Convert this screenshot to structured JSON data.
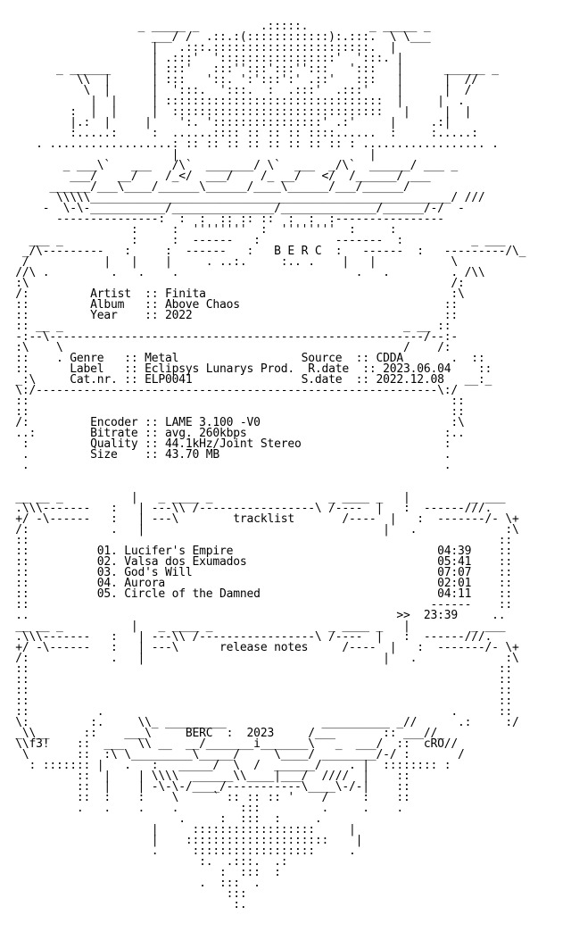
{
  "lines": [
    "                    _ _____ _         .:::::.         _ _____ _",
    "                      ___/ /  .::.:(::::::::::::):.:::.  \\ \\___",
    "                      |   .:::.:::::::::::::::::::::::.  |",
    "                      | .:::'  ':::::::::::::::::'  ':::. |",
    "        _ ______      | :::'   :::'':::':::'':::   ':::   |      ______ _",
    "           \\\\  |      | :::   '::. ':':::':' .::'   :::   |      |  //",
    "            \\  |      |  ':::.  ':::.  :  .:::'  .:::'    |      |  /",
    "             |  |     | ::::::::::::::::::::::::::::::::  |     |  .",
    "          :  |  |     |  :::::::::::::::::::::::::::::::   |     |  |",
    "          |.:  |     |    ':. '::::::::::::::::' .:'     |     .:|",
    "          :.....:     :  ......:::: :: :: :: ::::......  :     :.....:",
    "     . ..................: :: :: :: :: :: :: :: :: : .................. .",
    "                         |                            |",
    "         _ ___\\`   ___   /\\`  _______/ \\`  ___  _/\\`  ______/ ___ _",
    "          ___/   __/    /_</  ___/    /_ __/   </  /______/ ___",
    "       ______/___\\____/______\\______/____\\______/___/______/",
    "        \\\\\\\\\\_____________________________________________________/ ///",
    "      -  \\-\\-___________/_______________/______________/______/-/  -",
    "        ---------------:  :  :  :: :: ::  :  :  :----------------",
    "                   :     :  ''''''''  :  ''''''''  :     :",
    "    ___ _          :     :  ------   :           -------  :          _ ___",
    "   _/\\---------   :     :  ------   :   B E R C  :   ------  :   ---------/\\_",
    "   /           |   |    |     . ..:.     :.. .    |   |           \\",
    "  //\\ .         .   .    .                          .   .         . /\\\\",
    "  :\\                                                              /:",
    "  /:         Artist  :: Finita                                    :\\",
    "  ::         Album   :: Above Chaos                              ::",
    "  ::         Year    :: 2022                                     ::",
    "  :: __ _                                                  _ __ ::",
    "  -:--\\-------------------------------------------------------/--:-",
    "  :\\    \\                                                  /    /:",
    "  ::    . Genre   :: Metal                  Source  :: CDDA       .  ::",
    "  ::      Label   :: Eclipsys Lunarys Prod.  R.date  :: 2023.06.04    ::",
    "  _:\\     Cat.nr. :: ELP0041                S.date  :: 2022.12.08   __:_",
    "  \\:/-----------------------------------------------------------\\:/",
    "  ::                                                              ::",
    "  ::                                                              ::",
    "  /:         Encoder :: LAME 3.100 -V0                            :\\",
    "  ..:        Bitrate :: avg. 260kbps                             :..",
    "   :         Quality :: 44.1kHz/Joint Stereo                     :",
    "   .         Size    :: 43.70 MB                                 .",
    "   .                                                             .",
    "",
    "",
    "  __ __ _          |   _ ____ _                 _ ____ _   |         _ ___",
    "  .\\\\\\-------   :   | ---\\\\ /-----------------\\ /----  |   :  ------///.",
    "  +/ -\\------   :   | ---\\        tracklist       /----  |   :  -------/- \\+",
    "  /:            .   |                                   |   .             :\\",
    "  ::                                                                     ::",
    "  ::          01. Lucifer's Empire                              04:39    ::",
    "  ::          02. Valsa dos Exumados                            05:41    ::",
    "  ::          03. God's Will                                    07:07    ::",
    "  ::          04. Aurora                                        02:01    ::",
    "  ::          05. Circle of the Damned                          04:11    ::",
    "  ::                                                           ------    ::",
    "  ..                                                      >>  23:39     ..",
    "  __ __ _          |   _ ____ _                 _ ____ _   |         _ ___",
    "  .\\\\\\-------   :   | ---\\\\ /-----------------\\ /----  |   :  ------///.",
    "  +/ -\\------   :   | ---\\      release notes     /----  |   :  -------/- \\+",
    "  /:            .   |                                   |   .             :\\",
    "  ::                                                                     ::",
    "  ::                                                                     ::",
    "  ::                                                                     ::",
    "  ::                                                                     ::",
    "  ::          .                                                   .      ::",
    "  \\:         :.     \\\\_ _________              __________ _//      .:     :/",
    "  _\\\\__     ::    ___\\     BERC  :  2023     /___       :: ___//_",
    "  \\\\f3!    ::  ___  \\\\ __  __/_______i_______\\   _  ___/  ::  cRO//",
    "   \\       ::  :\\ \\_________\\_____/     \\____/ ________/-/ :       /",
    "    : ::::::: |   .   :   _____/  \\  /  ______/    . |  :::::::: :",
    "           ::  |    | \\\\\\\\  ______\\\\____|___/  ////  |    ::",
    "           ::  |    | -\\-\\-/____/-----------\\____\\-/-|    ::",
    "           ::  :    :    \\     ` :: :: :: '    /     :    ::",
    "           .   .    .    .         :::         .     .    .",
    "                          .     :  :::  :     .",
    "                      |     ::::::::::::::::::     |",
    "                      |    :::::::::::::::::::::    |",
    "                      .     ::::::::::::::::::     .",
    "                             :.  .:::.  .:",
    "                                :  :::  :",
    "                             .  :::  .",
    "                                 :::",
    "                                  :."
  ]
}
